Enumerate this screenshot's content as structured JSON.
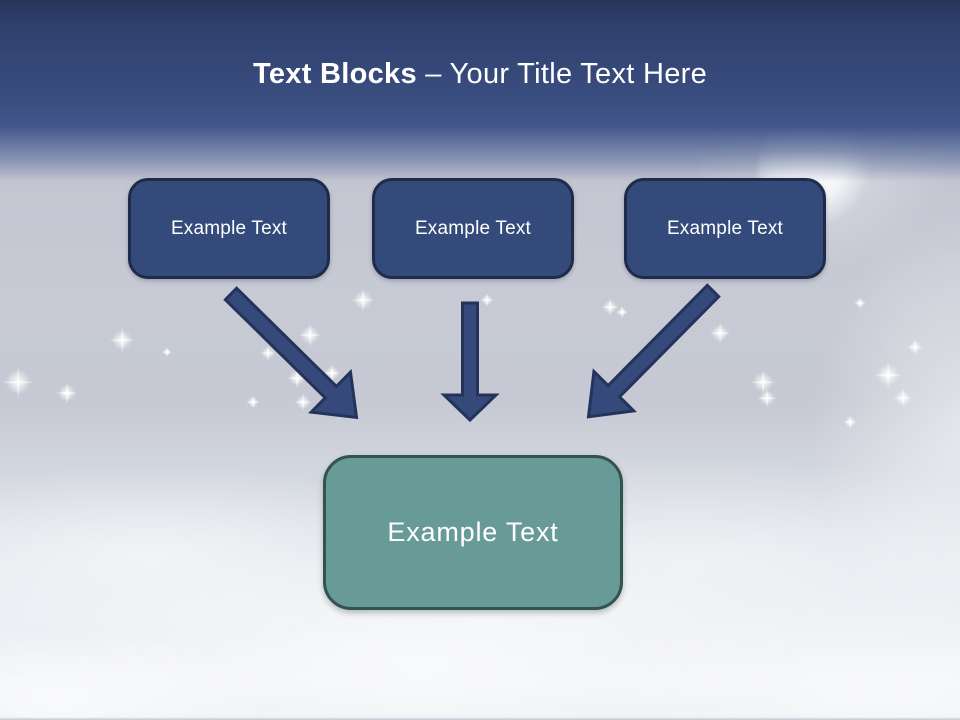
{
  "slide_title": {
    "bold": "Text Blocks",
    "rest": "– Your Title Text Here"
  },
  "text_blocks": [
    {
      "label": "Example Text"
    },
    {
      "label": "Example Text"
    },
    {
      "label": "Example Text"
    }
  ],
  "target_block": {
    "label": "Example Text"
  },
  "icons": {
    "arrows": [
      "arrow-down-right",
      "arrow-down",
      "arrow-down-left"
    ],
    "decor": [
      "crescent-moon",
      "sparkle-stars"
    ]
  },
  "colors": {
    "header_top": "#293459",
    "header_bottom": "#43568b",
    "sky_mid": "#c7cad4",
    "sky_bottom": "#f0f2f6",
    "block_fill": "#344a7b",
    "block_border": "#1f2c49",
    "arrow_fill": "#36497b",
    "arrow_outline": "#24335a",
    "target_fill": "#689a98",
    "target_border": "#33534f",
    "title_text": "#ffffff",
    "block_text": "#ffffff"
  }
}
